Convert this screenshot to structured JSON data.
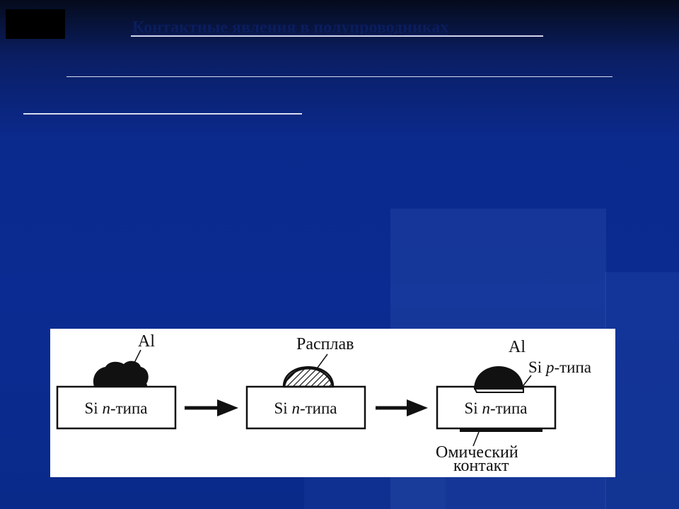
{
  "slide": {
    "title": "Контактные явления в полупроводниках"
  },
  "diagram": {
    "step1": {
      "metal_label": "Al",
      "substrate_prefix": "Si ",
      "substrate_type": "n",
      "substrate_suffix": "-типа"
    },
    "step2": {
      "melt_label": "Расплав",
      "substrate_prefix": "Si ",
      "substrate_type": "n",
      "substrate_suffix": "-типа"
    },
    "step3": {
      "metal_label": "Al",
      "layer_prefix": "Si ",
      "layer_type": "p",
      "layer_suffix": "-типа",
      "substrate_prefix": "Si ",
      "substrate_type": "n",
      "substrate_suffix": "-типа",
      "contact_label_line1": "Омический",
      "contact_label_line2": "контакт"
    }
  },
  "colors": {
    "background": "#0b2b92",
    "title_text": "#0a1d5e"
  }
}
